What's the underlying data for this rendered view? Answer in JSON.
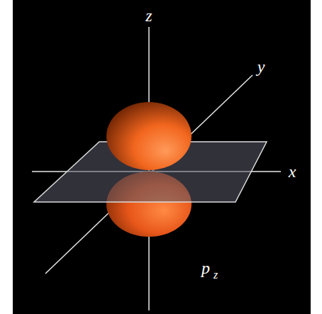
{
  "diagram": {
    "labels": [
      "z",
      "y",
      "x",
      "p",
      "z"
    ]
  }
}
